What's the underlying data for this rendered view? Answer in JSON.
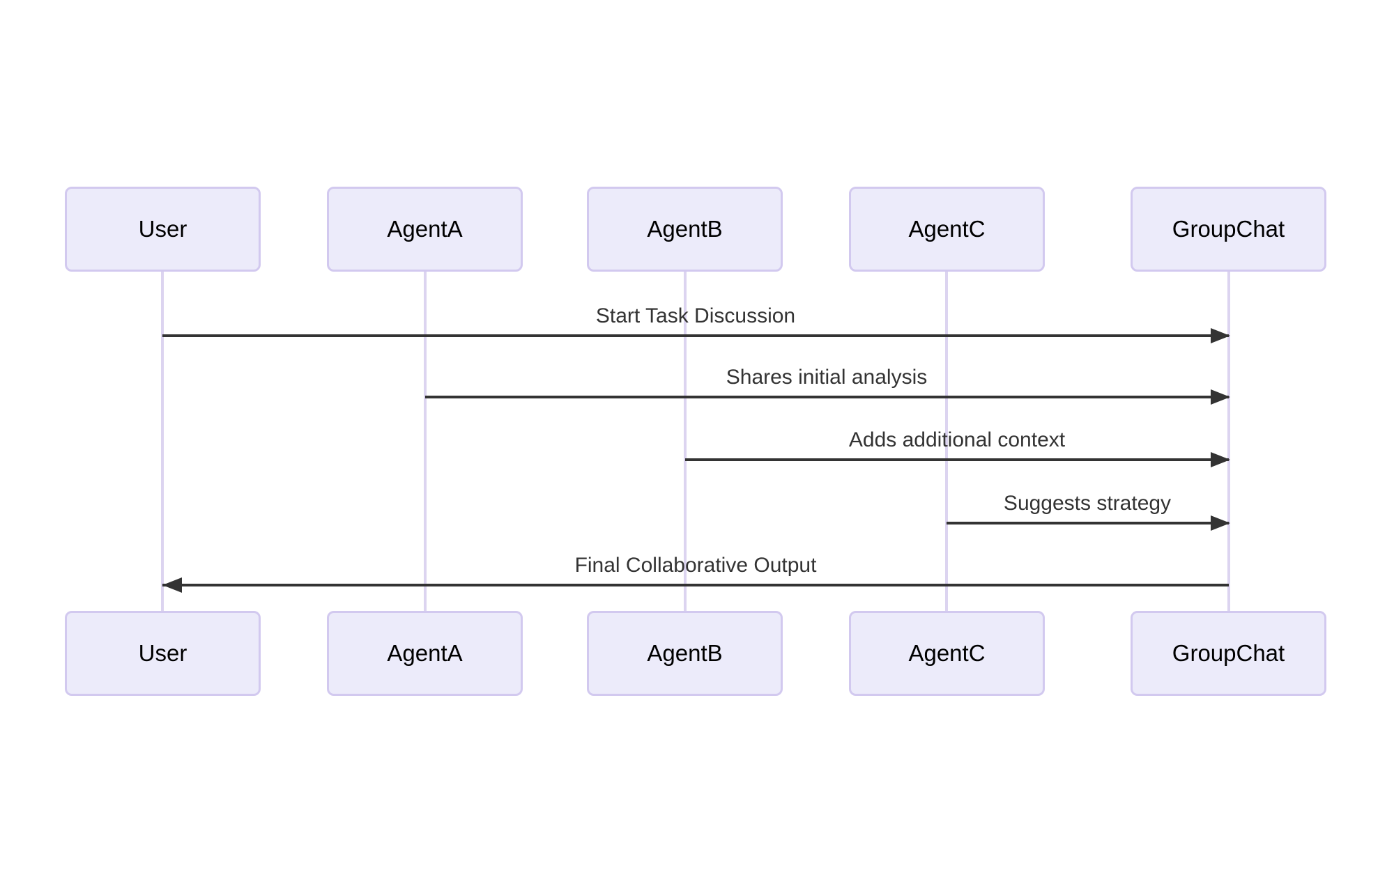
{
  "diagram": {
    "type": "sequence-diagram",
    "colors": {
      "bg": "#FFFFFF",
      "actor_fill": "#ECEBFA",
      "actor_border": "#D2C9EF",
      "actor_text": "#000000",
      "lifeline": "#DCD4F0",
      "line": "#333333",
      "message_text": "#333333"
    },
    "actors": [
      {
        "name": "User"
      },
      {
        "name": "AgentA"
      },
      {
        "name": "AgentB"
      },
      {
        "name": "AgentC"
      },
      {
        "name": "GroupChat"
      }
    ],
    "messages": [
      {
        "from": "User",
        "to": "GroupChat",
        "label": "Start Task Discussion",
        "direction": "right"
      },
      {
        "from": "AgentA",
        "to": "GroupChat",
        "label": "Shares initial analysis",
        "direction": "right"
      },
      {
        "from": "AgentB",
        "to": "GroupChat",
        "label": "Adds additional context",
        "direction": "right"
      },
      {
        "from": "AgentC",
        "to": "GroupChat",
        "label": "Suggests strategy",
        "direction": "right"
      },
      {
        "from": "GroupChat",
        "to": "User",
        "label": "Final Collaborative Output",
        "direction": "left"
      }
    ]
  }
}
